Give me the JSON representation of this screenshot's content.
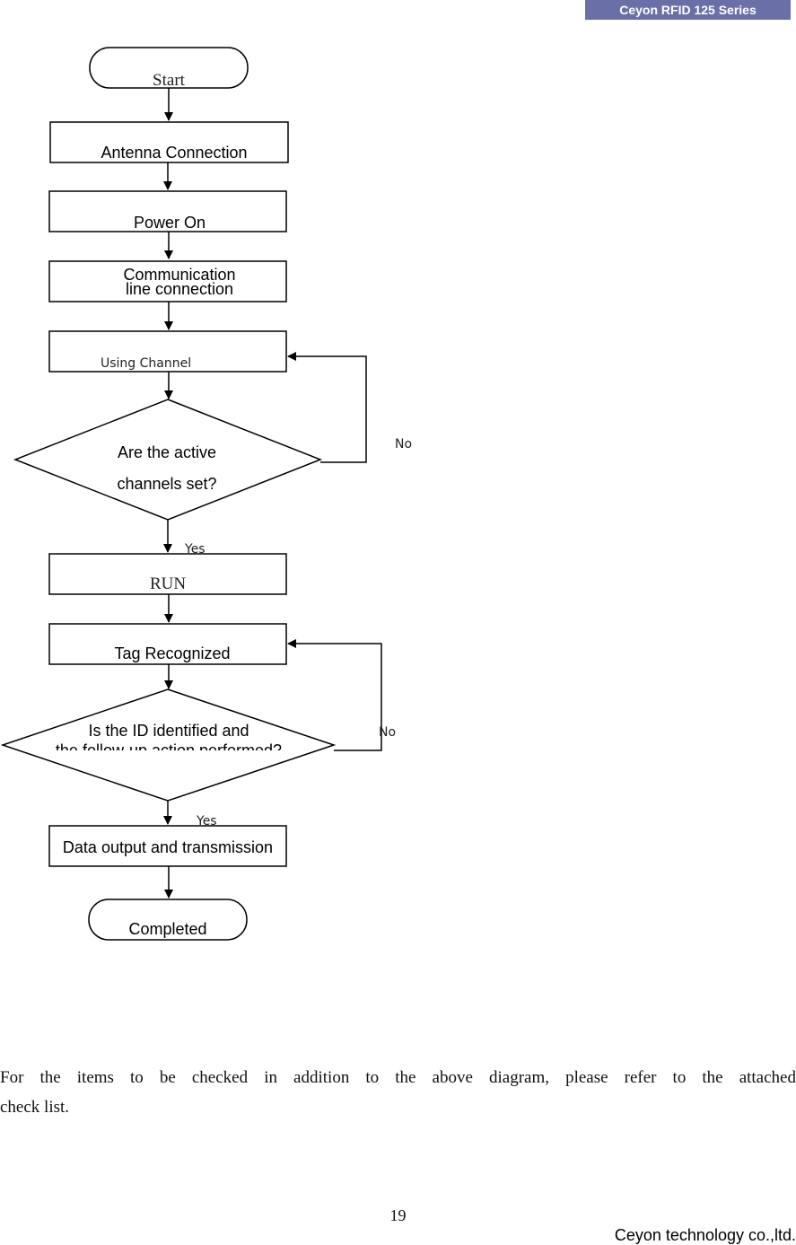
{
  "header": {
    "series": "Ceyon RFID 125 Series"
  },
  "flowchart": {
    "start": "Start",
    "antenna": "Antenna Connection",
    "power": "Power On",
    "comm_line1": "Communication",
    "comm_line2": "line connection",
    "channel": "Using Channel",
    "decision1_line1": "Are the active",
    "decision1_line2": "channels set?",
    "no1": "No",
    "yes1": "Yes",
    "run": "RUN",
    "tag": "Tag Recognized",
    "decision2_line1": "Is the ID identified and",
    "decision2_line2": "the follow-up action performed?",
    "no2": "No",
    "yes2": "Yes",
    "output": "Data output and transmission",
    "completed": "Completed"
  },
  "note": {
    "line1": "For the items to be checked in addition to the above diagram, please refer to the attached",
    "line2": "check list."
  },
  "footer": {
    "page_number": "19",
    "company": "Ceyon technology co.,ltd."
  }
}
